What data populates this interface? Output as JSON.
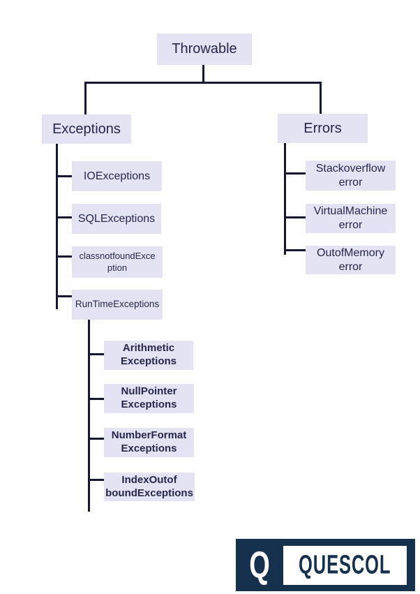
{
  "diagram": {
    "root": {
      "label": "Throwable"
    },
    "exceptions": {
      "label": "Exceptions",
      "children": [
        {
          "label": "IOExceptions"
        },
        {
          "label": "SQLExceptions"
        },
        {
          "label": "classnotfoundExce\nption"
        },
        {
          "label": "RunTimeExceptions",
          "children": [
            {
              "label": "Arithmetic\nExceptions"
            },
            {
              "label": "NullPointer\nExceptions"
            },
            {
              "label": "NumberFormat\nExceptions"
            },
            {
              "label": "IndexOutof\nboundExceptions"
            }
          ]
        }
      ]
    },
    "errors": {
      "label": "Errors",
      "children": [
        {
          "label": "Stackoverflow\nerror"
        },
        {
          "label": "VirtualMachine\nerror"
        },
        {
          "label": "OutofMemory\nerror"
        }
      ]
    }
  },
  "logo": {
    "letter": "Q",
    "wordmark": "QUESCOL"
  },
  "colors": {
    "node_fill": "#e3e3f4",
    "node_text": "#26264c",
    "connector": "#161632",
    "logo_navy": "#16314d",
    "background": "#ffffff"
  }
}
